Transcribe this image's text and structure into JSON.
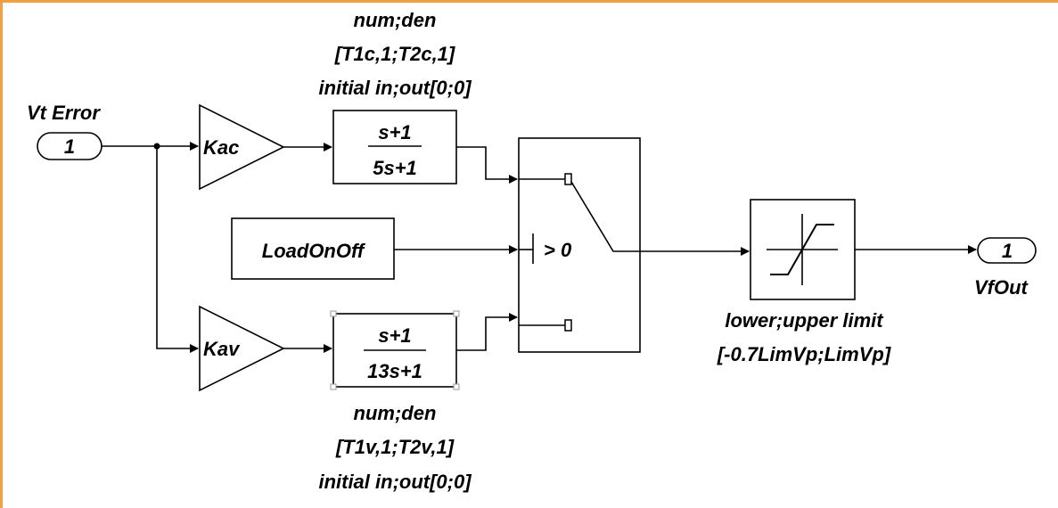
{
  "inport": {
    "number": "1",
    "label": "Vt Error"
  },
  "outport": {
    "number": "1",
    "label": "VfOut"
  },
  "gain_ac": {
    "label": "Kac"
  },
  "gain_av": {
    "label": "Kav"
  },
  "tf_ac": {
    "numerator": "s+1",
    "denominator": "5s+1",
    "param_lines": [
      "num;den",
      "[T1c,1;T2c,1]",
      "initial in;out[0;0]"
    ]
  },
  "tf_av": {
    "numerator": "s+1",
    "denominator": "13s+1",
    "param_lines": [
      "num;den",
      "[T1v,1;T2v,1]",
      "initial in;out[0;0]"
    ]
  },
  "constant": {
    "label": "LoadOnOff"
  },
  "switch": {
    "threshold_label": "> 0"
  },
  "saturation": {
    "param_lines": [
      "lower;upper limit",
      "[-0.7LimVp;LimVp]"
    ]
  },
  "frame_color": "#f0a040"
}
